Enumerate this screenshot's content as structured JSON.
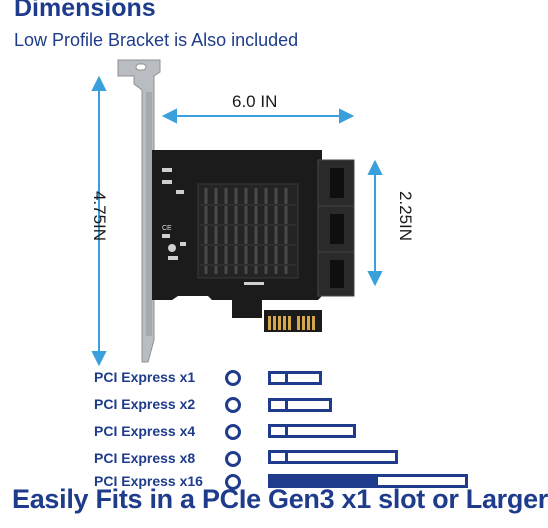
{
  "header": {
    "title": "Dimensions",
    "subtitle": "Low Profile Bracket is Also included"
  },
  "dimensions": {
    "width": "6.0 IN",
    "bracket_height": "4.75IN",
    "card_height": "2.25IN"
  },
  "pcie_slots": [
    {
      "label": "PCI Express x1",
      "fill": 0.0
    },
    {
      "label": "PCI Express x2",
      "fill": 0.0
    },
    {
      "label": "PCI Express x4",
      "fill": 0.0
    },
    {
      "label": "PCI Express x8",
      "fill": 0.0
    },
    {
      "label": "PCI Express x16",
      "fill": 0.55
    }
  ],
  "footer": {
    "tagline": "Easily Fits in a PCIe Gen3 x1 slot or Larger"
  },
  "colors": {
    "brand_blue": "#1f3c8c",
    "arrow_blue": "#3aa0dc",
    "pcb_black": "#1b1b1b",
    "bracket_silver": "#b9bcc0"
  }
}
